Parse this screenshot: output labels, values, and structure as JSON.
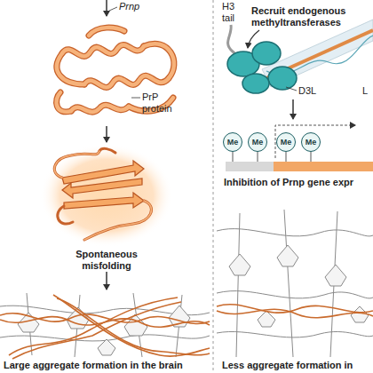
{
  "diagram": {
    "nodes": [
      {
        "text": [
          "Me"
        ]
      },
      {
        "text": [
          "Me"
        ]
      },
      {
        "text": [
          "Me"
        ]
      },
      {
        "text": [
          "Me"
        ]
      }
    ],
    "labels": [
      "Prnp",
      "PrP protein",
      "Spontaneous misfolding",
      "Large aggregate formation in the brain",
      "H3 tail",
      "Recruit endogenous methyltransferases",
      "D3L",
      "L",
      "Inhibition of Prnp gene expr",
      "Less aggregate formation in"
    ]
  }
}
